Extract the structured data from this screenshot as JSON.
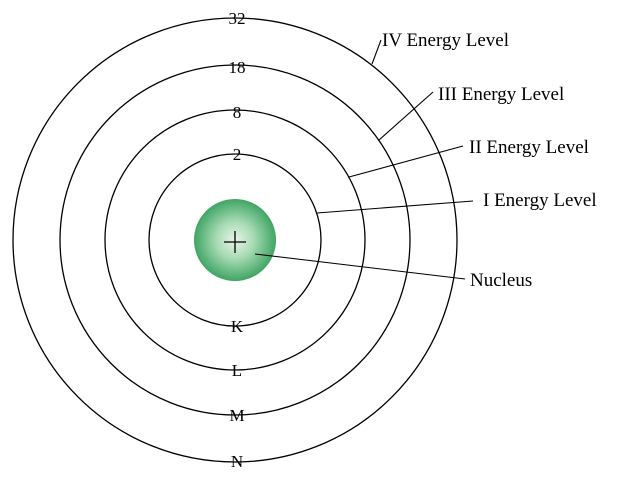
{
  "diagram": {
    "capacities": {
      "first": "2",
      "second": "8",
      "third": "18",
      "fourth": "32"
    },
    "shells": {
      "first": "K",
      "second": "L",
      "third": "M",
      "fourth": "N"
    },
    "callouts": {
      "fourth": "IV Energy Level",
      "third": "III Energy Level",
      "second": "II Energy Level",
      "first": "I Energy Level",
      "nucleus": "Nucleus"
    },
    "colors": {
      "nucleus_center": "#e8f5ea",
      "nucleus_mid": "#8fd0a0",
      "nucleus_edge": "#3fa564",
      "lines": "#000000"
    }
  }
}
